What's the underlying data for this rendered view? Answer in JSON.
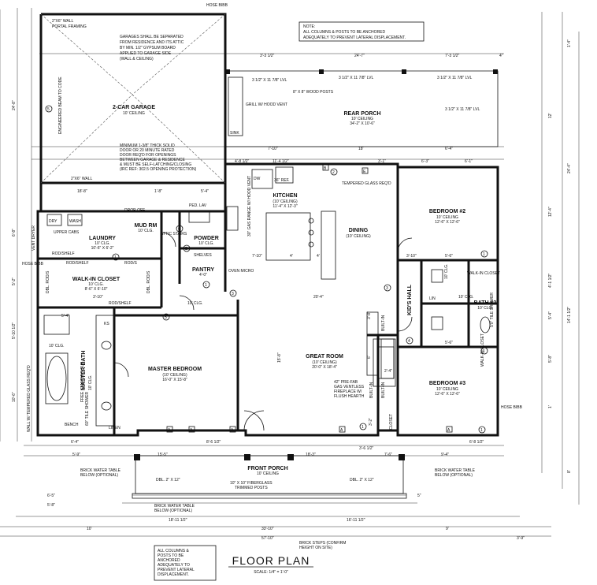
{
  "rooms": {
    "garage": {
      "name": "2-CAR GARAGE",
      "ceiling": "10' CEILING"
    },
    "rear_porch": {
      "name": "REAR PORCH",
      "ceiling": "10' CEILING",
      "size": "34'-2\" X 10'-6\""
    },
    "kitchen": {
      "name": "KITCHEN",
      "ceiling": "(10' CEILING)",
      "size": "11'-4\" X 12'-3\""
    },
    "dining": {
      "name": "DINING",
      "ceiling": "(10' CEILING)"
    },
    "bedroom2": {
      "name": "BEDROOM #2",
      "ceiling": "10' CEILING",
      "size": "12'-6\" X 12'-6\""
    },
    "laundry": {
      "name": "LAUNDRY",
      "ceiling": "10' CLG.",
      "size": "10'-6\" X 6'-2\""
    },
    "mud_rm": {
      "name": "MUD RM",
      "ceiling": "10' CLG."
    },
    "powder": {
      "name": "POWDER",
      "ceiling": "10' CLG."
    },
    "pantry": {
      "name": "PANTRY",
      "size": "4'-0\""
    },
    "walk_in_closet": {
      "name": "WALK-IN CLOSET",
      "ceiling": "10' CLG.",
      "size": "8'-6\" X 6'-10\""
    },
    "master_bedroom": {
      "name": "MASTER BEDROOM",
      "ceiling": "(10' CEILING)",
      "size": "16'-0\" X 15'-8\""
    },
    "master_bath": {
      "name": "MASTER BATH",
      "ceiling": "10' CLG."
    },
    "great_room": {
      "name": "GREAT ROOM",
      "ceiling": "(10' CEILING)",
      "size": "20'-0\" X 18'-4\""
    },
    "kids_hall": {
      "name": "KID'S HALL"
    },
    "walk_in_closet_2": {
      "name": "WALK-IN CLOSET"
    },
    "bath2": {
      "name": "BATH #2",
      "ceiling": "10' CLG."
    },
    "walk_in_closet_3": {
      "name": "WALK-IN CLOSET"
    },
    "bedroom3": {
      "name": "BEDROOM #3",
      "ceiling": "10' CEILING",
      "size": "12'-6\" X 12'-6\""
    },
    "front_porch": {
      "name": "FRONT PORCH",
      "ceiling": "10' CEILING"
    },
    "linen": {
      "name": "LINEN"
    }
  },
  "notes": {
    "top_note_title": "NOTE:",
    "top_note_line1": "ALL COLUMNS & POSTS TO BE ANCHORED",
    "top_note_line2": "ADEQUATELY TO PREVENT LATERAL DISPLACEMENT.",
    "garage_note_1": "GARAGES SHALL BE SEPARATED",
    "garage_note_2": "FROM RESIDENCE AND ITS ATTIC",
    "garage_note_3": "BY MIN. 1/2\" GYPSUM BOARD",
    "garage_note_4": "APPLIED TO GARAGE SIDE",
    "garage_note_5": "(WALL & CEILING)",
    "door_note_1": "MINIMUM 1-3/8\" THICK SOLID",
    "door_note_2": "DOOR OR 20 MINUTE RATED",
    "door_note_3": "DOOR REQ'D FOR OPENINGS",
    "door_note_4": "BETWEEN GARAGE & RESIDENCE",
    "door_note_5": "& MUST BE SELF-LATCHING/CLOSING",
    "door_note_6": "(IRC REF: 302.5 OPENING PROTECTION)",
    "bottom_note_1": "ALL COLUMNS &",
    "bottom_note_2": "POSTS TO BE",
    "bottom_note_3": "ANCHORED",
    "bottom_note_4": "ADEQUATELY TO",
    "bottom_note_5": "PREVENT LATERAL",
    "bottom_note_6": "DISPLACEMENT.",
    "header_wall": "2\"X6\" WALL",
    "portal_framing": "PORTAL FRAMING",
    "header_wall_2": "2\"X6\" WALL",
    "engineered_beam": "ENGINEERED BEAM TO CODE",
    "grill": "GRILL W/ HOOD VENT",
    "posts": "8\" X 8\" WOOD POSTS",
    "lvl_1": "3 1/2\" X 11 7/8\" LVL",
    "lvl_2": "3 1/2\" X 11 7/8\" LVL",
    "lvl_3": "3 1/2\" X 11 7/8\" LVL",
    "lvl_4": "3 1/2\" X 11 7/8\" LVL",
    "tempered_glass": "TEMPERED GLASS REQ'D",
    "fireplace_1": "42\" PRE-FAB",
    "fireplace_2": "GAS VENTLESS",
    "fireplace_3": "FIREPLACE W/",
    "fireplace_4": "FLUSH HEARTH",
    "brick_left_1": "BRICK WATER TABLE",
    "brick_left_2": "BELOW (OPTIONAL)",
    "brick_right_1": "BRICK WATER TABLE",
    "brick_right_2": "BELOW (OPTIONAL)",
    "brick_center_1": "BRICK WATER TABLE",
    "brick_center_2": "BELOW (OPTIONAL)",
    "brick_steps_1": "BRICK STEPS (CONFIRM",
    "brick_steps_2": "HEIGHT ON SITE)",
    "porch_posts_1": "10\" X 10\" FIBERGLASS",
    "porch_posts_2": "TRIMMED POSTS",
    "dbl_left": "DBL. 2\" X 12\"",
    "dbl_right": "DBL. 2\" X 12\"",
    "hose_bibb_1": "HOSE BIBB",
    "hose_bibb_2": "HOSE BIBB",
    "hose_bibb_3": "HOSE BIBB",
    "sink": "SINK",
    "fridge": "36\" REF.",
    "dw": "DW",
    "hood": "30\" GAS RANGE W/ HOOD VENT",
    "ped_lav": "PED. LAV",
    "drop_off": "DROP-OFF",
    "upper_cabs": "UPPER CABS",
    "dry": "DRY",
    "wash": "WASH",
    "vent_dryer": "VENT DRYER",
    "rod_shelf_1": "ROD/SHELF",
    "rod_shelf_2": "ROD/S",
    "rod_shelf_3": "ROD/SHELF",
    "rod_shelf_4": "ROD/SHELF",
    "dbl_rod_1": "DBL. ROD/S",
    "dbl_rod_2": "DBL. ROD/S",
    "shelves": "SHELVES",
    "attic_stairs": "ATTIC STAIRS",
    "oven_micro": "OVEN MICRO",
    "built_in_1": "BUILT-IN",
    "built_in_2": "BUILT-IN",
    "built_in_3": "BUILT-IN",
    "closet": "CLOSET",
    "free_standing": "FREE STANDING TUB",
    "tile_shower": "60\" TILE SHOWER",
    "tile_shower_2": "5'0\" TILE SHOWER",
    "wall_tempered": "WALL W/ TEMPERED GLASS REQ'D",
    "lin": "LIN",
    "bench": "BENCH",
    "ks": "KS",
    "clg_10_1": "10' CLG.",
    "clg_10_2": "10' CLG.",
    "clg_10_3": "10' CLG.",
    "clg_10_4": "10' CLG."
  },
  "dimensions": {
    "top_left": "3'-3 1/2\"",
    "top_mid": "24'-7\"",
    "top_right": "7'-3 1/2\"",
    "top_right_4": "4\"",
    "rear_7_10": "7'-10\"",
    "rear_18": "18'",
    "rear_6_4": "6'-4\"",
    "k_4_8": "4'-8 1/2\"",
    "k_11_4": "11'-4 1/2\"",
    "k_3_1": "3'-1\"",
    "k_6_3": "6'-3\"",
    "k_6_1": "6'-1\"",
    "g_18_8": "18'-8\"",
    "g_1_8": "1'-8\"",
    "g_5_4": "5'-4\"",
    "d_7_10": "7'-10\"",
    "d_4_1": "4'",
    "d_4_2": "4'",
    "d_3_10": "3'-10\"",
    "d_5_6": "5'-6\"",
    "d_5_6b": "5'-6\"",
    "gr_20_4": "20'-4\"",
    "l_5_4": "5'-4\"",
    "l_3_10": "3'-10\"",
    "fp_6_4": "6'-4\"",
    "fp_9_4": "8'-6 1/2\"",
    "fp_18_3": "18'-3\"",
    "fp_3_6": "3'-6 1/2\"",
    "fp_7_6": "7'-6\"",
    "fp_9_4r": "9'-4\"",
    "fp_6_8": "6'-8 1/2\"",
    "fp_5_9": "5'-9\"",
    "b_18_11": "18'-11 1/2\"",
    "b_16_11": "16'-11 1/2\"",
    "b_10": "10'",
    "b_33": "33'-10\"",
    "b_9": "9'",
    "b_57": "57'-10\"",
    "b_3_9": "3'-9\"",
    "b_15_5": "15'-5\"",
    "b_6_5": "6'-5\"",
    "b_5_8": "5'-8\"",
    "b_5r": "5\"",
    "left_24_8": "24'-8\"",
    "left_6_8": "6'-8\"",
    "left_5_2": "5'-2\"",
    "left_5_10": "5'-10 1/2\"",
    "left_10_6": "10'-6\"",
    "right_1_4": "1'-4\"",
    "right_12": "12'",
    "right_24_4": "24'-4\"",
    "right_12_4": "12'-4\"",
    "right_4_1": "4'-1 1/2\"",
    "right_5_4": "5'-4\"",
    "right_14": "14'-1 1/2\"",
    "right_5_8": "5'-8\"",
    "right_1": "1'",
    "right_8": "8'",
    "gr_15_8": "15'-8\"",
    "gr_6": "6'",
    "gr_3_8": "3'-8\"",
    "gr_2_4": "2'-4\"",
    "gr_3_2": "3'-2\""
  },
  "title": {
    "name": "FLOOR PLAN",
    "scale": "SCALE: 1/4\" = 1'-0\""
  },
  "markers": {
    "a": "A",
    "b": "B",
    "c": "C",
    "d": "D",
    "e": "E",
    "one": "1",
    "two": "2",
    "three": "3",
    "four": "4",
    "five": "5"
  }
}
